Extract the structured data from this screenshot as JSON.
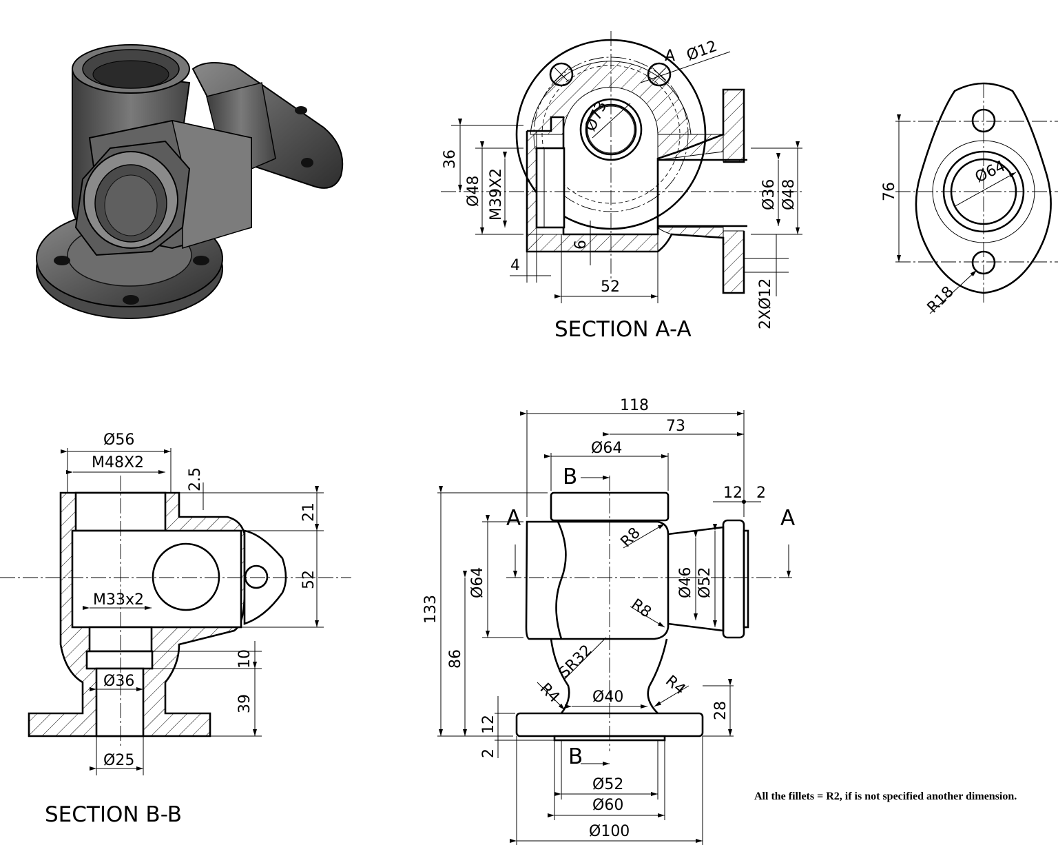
{
  "sections": {
    "aa_title": "SECTION A-A",
    "bb_title": "SECTION B-B"
  },
  "dims_aa": {
    "d12": "Ø12",
    "d73": "Ø73",
    "d36v": "36",
    "d48l": "Ø48",
    "m39": "M39X2",
    "d6": "6",
    "d4": "4",
    "d52": "52",
    "d36r": "Ø36",
    "d48r": "Ø48",
    "x2d12": "2XØ12",
    "a_mark": "A"
  },
  "dims_side": {
    "d64": "Ø64",
    "d76": "76",
    "r18": "R18"
  },
  "dims_bb": {
    "d56": "Ø56",
    "m48": "M48X2",
    "d25v": "2.5",
    "d21": "21",
    "d52": "52",
    "m33": "M33x2",
    "d10": "10",
    "d36": "Ø36",
    "d39": "39",
    "d25": "Ø25"
  },
  "dims_front": {
    "d118": "118",
    "d73": "73",
    "d64top": "Ø64",
    "b_mark": "B",
    "d12": "12",
    "d2top": "2",
    "a_mark": "A",
    "r8a": "R8",
    "r8b": "R8",
    "d64side": "Ø64",
    "d46": "Ø46",
    "d52side": "Ø52",
    "d133": "133",
    "d86": "86",
    "sr32": "SR32",
    "r4a": "R4",
    "r4b": "R4",
    "d40": "Ø40",
    "d28": "28",
    "d12v": "12",
    "d2v": "2",
    "d52b": "Ø52",
    "d60": "Ø60",
    "d100": "Ø100"
  },
  "note": "All the fillets = R2, if is not specified another dimension."
}
